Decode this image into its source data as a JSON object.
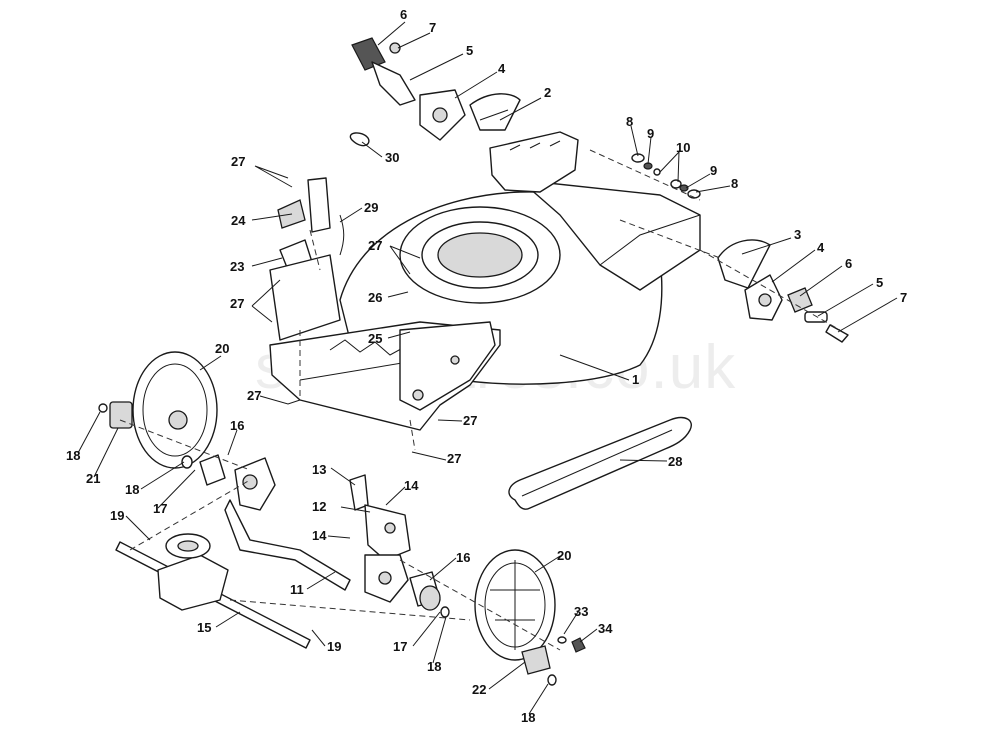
{
  "watermark": "sigespares.co.uk",
  "callouts": [
    {
      "id": "c6a",
      "label": "6"
    },
    {
      "id": "c7a",
      "label": "7"
    },
    {
      "id": "c5a",
      "label": "5"
    },
    {
      "id": "c4a",
      "label": "4"
    },
    {
      "id": "c2",
      "label": "2"
    },
    {
      "id": "c30",
      "label": "30"
    },
    {
      "id": "c8a",
      "label": "8"
    },
    {
      "id": "c9a",
      "label": "9"
    },
    {
      "id": "c10",
      "label": "10"
    },
    {
      "id": "c9b",
      "label": "9"
    },
    {
      "id": "c8b",
      "label": "8"
    },
    {
      "id": "c27a",
      "label": "27"
    },
    {
      "id": "c24",
      "label": "24"
    },
    {
      "id": "c29",
      "label": "29"
    },
    {
      "id": "c27b",
      "label": "27"
    },
    {
      "id": "c3",
      "label": "3"
    },
    {
      "id": "c4b",
      "label": "4"
    },
    {
      "id": "c6b",
      "label": "6"
    },
    {
      "id": "c5b",
      "label": "5"
    },
    {
      "id": "c7b",
      "label": "7"
    },
    {
      "id": "c23",
      "label": "23"
    },
    {
      "id": "c27c",
      "label": "27"
    },
    {
      "id": "c26",
      "label": "26"
    },
    {
      "id": "c25",
      "label": "25"
    },
    {
      "id": "c20a",
      "label": "20"
    },
    {
      "id": "c1",
      "label": "1"
    },
    {
      "id": "c27d",
      "label": "27"
    },
    {
      "id": "c27e",
      "label": "27"
    },
    {
      "id": "c27f",
      "label": "27"
    },
    {
      "id": "c18a",
      "label": "18"
    },
    {
      "id": "c21",
      "label": "21"
    },
    {
      "id": "c16a",
      "label": "16"
    },
    {
      "id": "c18b",
      "label": "18"
    },
    {
      "id": "c17a",
      "label": "17"
    },
    {
      "id": "c28",
      "label": "28"
    },
    {
      "id": "c13",
      "label": "13"
    },
    {
      "id": "c14a",
      "label": "14"
    },
    {
      "id": "c12",
      "label": "12"
    },
    {
      "id": "c19a",
      "label": "19"
    },
    {
      "id": "c14b",
      "label": "14"
    },
    {
      "id": "c16b",
      "label": "16"
    },
    {
      "id": "c20b",
      "label": "20"
    },
    {
      "id": "c11",
      "label": "11"
    },
    {
      "id": "c15",
      "label": "15"
    },
    {
      "id": "c19b",
      "label": "19"
    },
    {
      "id": "c17b",
      "label": "17"
    },
    {
      "id": "c33",
      "label": "33"
    },
    {
      "id": "c34",
      "label": "34"
    },
    {
      "id": "c18c",
      "label": "18"
    },
    {
      "id": "c22",
      "label": "22"
    },
    {
      "id": "c18d",
      "label": "18"
    }
  ]
}
